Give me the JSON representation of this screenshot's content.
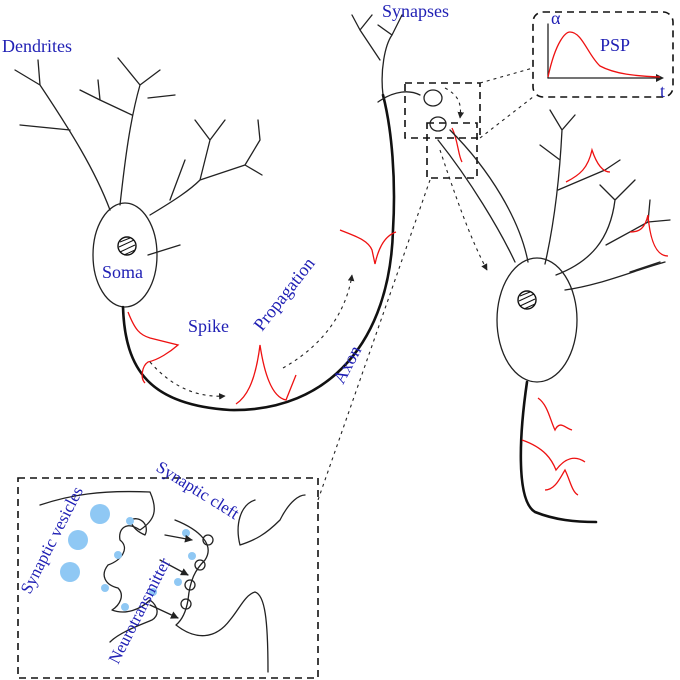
{
  "labels": {
    "dendrites": "Dendrites",
    "synapses": "Synapses",
    "psp": "PSP",
    "alpha": "α",
    "t": "t",
    "soma": "Soma",
    "spike": "Spike",
    "propagation": "Propagation",
    "axon": "Axon",
    "synaptic_vesicles": "Synaptic vesicles",
    "synaptic_cleft": "Synaptic cleft",
    "neurotransmitter": "Neurotransmitter"
  },
  "colors": {
    "label": "#1f1fb4",
    "signal": "#e11111",
    "vesicle": "#8fc8f4",
    "line": "#222222"
  }
}
